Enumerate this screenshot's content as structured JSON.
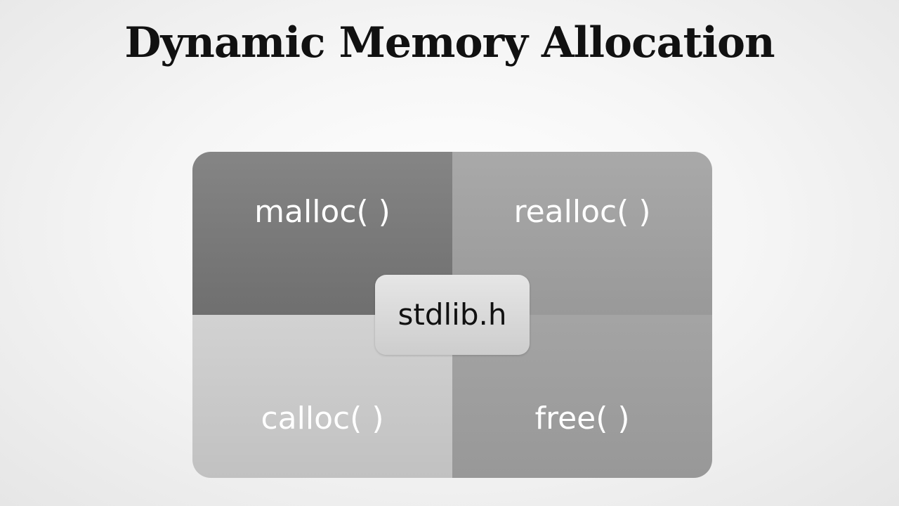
{
  "title": "Dynamic Memory Allocation",
  "diagram": {
    "center": "stdlib.h",
    "quadrants": {
      "top_left": "malloc( )",
      "top_right": "realloc( )",
      "bottom_left": "calloc( )",
      "bottom_right": "free( )"
    }
  }
}
